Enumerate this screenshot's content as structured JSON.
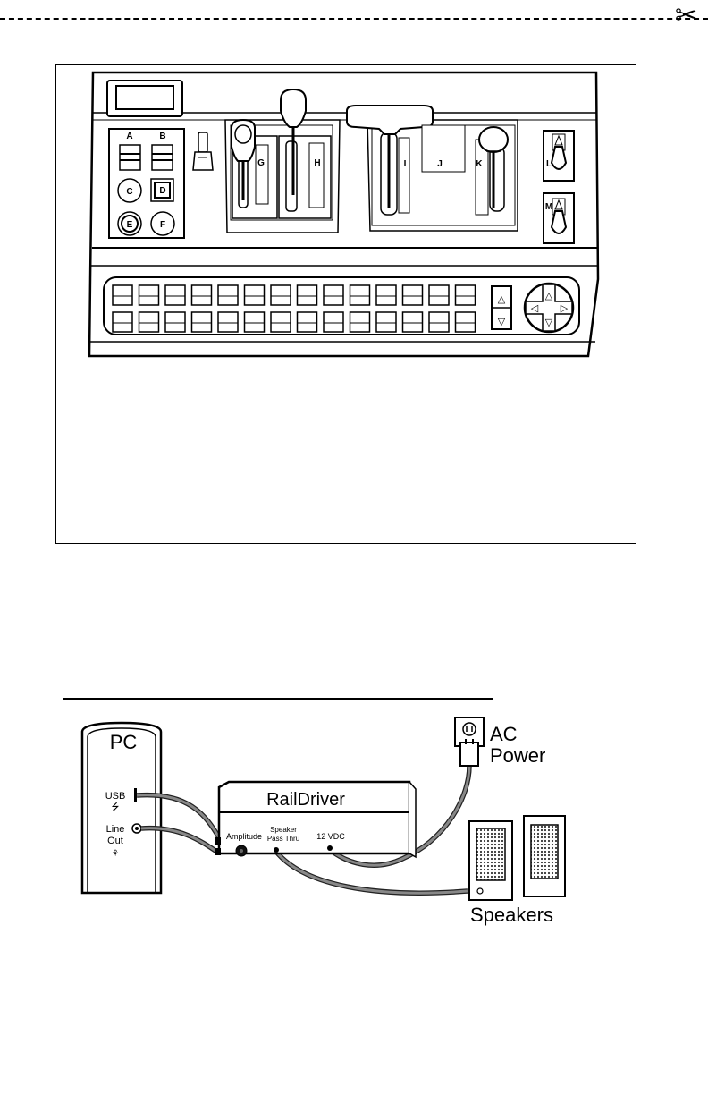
{
  "cut_mark": {
    "icon": "scissors-icon",
    "glyph": "✂"
  },
  "console": {
    "buttons": {
      "a": "A",
      "b": "B",
      "c": "C",
      "d": "D",
      "e": "E",
      "f": "F"
    },
    "levers": {
      "g": "G",
      "h": "H",
      "i": "I",
      "j": "J",
      "k": "K",
      "l": "L",
      "m": "M"
    },
    "function_key_rows": 2,
    "function_keys_per_row": 14,
    "arrows": {
      "up": "△",
      "down": "▽",
      "left": "◁",
      "right": "▷"
    }
  },
  "wiring": {
    "pc": {
      "label": "PC",
      "usb_label": "USB",
      "usb_icon": "usb-icon",
      "usb_glyph": "⭍",
      "line_out_line1": "Line",
      "line_out_line2": "Out",
      "audio_icon": "audio-out-icon",
      "audio_glyph": "⚘"
    },
    "raildriver": {
      "label": "RailDriver",
      "amplitude": "Amplitude",
      "speaker_line1": "Speaker",
      "speaker_line2": "Pass Thru",
      "power": "12 VDC"
    },
    "ac_power": {
      "line1": "AC",
      "line2": "Power"
    },
    "speakers": {
      "label": "Speakers"
    }
  },
  "colors": {
    "ink": "#000000",
    "cable": "#777777",
    "cable_edge": "#222222",
    "grille": "#555555"
  }
}
